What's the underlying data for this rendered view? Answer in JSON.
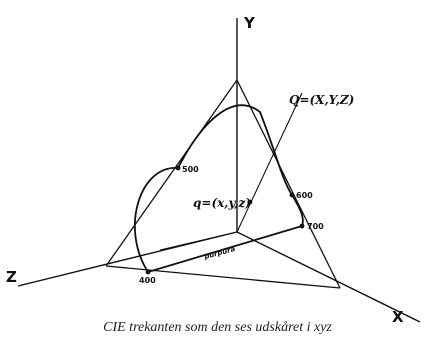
{
  "axes": {
    "x": "X",
    "y": "Y",
    "z": "Z"
  },
  "points": {
    "Q": "Q=(X,Y,Z)",
    "q": "q=(x,y,z)"
  },
  "wavelength_labels": {
    "w400": "400",
    "w500": "500",
    "w600": "600",
    "w700": "700"
  },
  "purple_line_label": "purpura",
  "caption": "CIE trekanten som den ses udskåret i xyz"
}
